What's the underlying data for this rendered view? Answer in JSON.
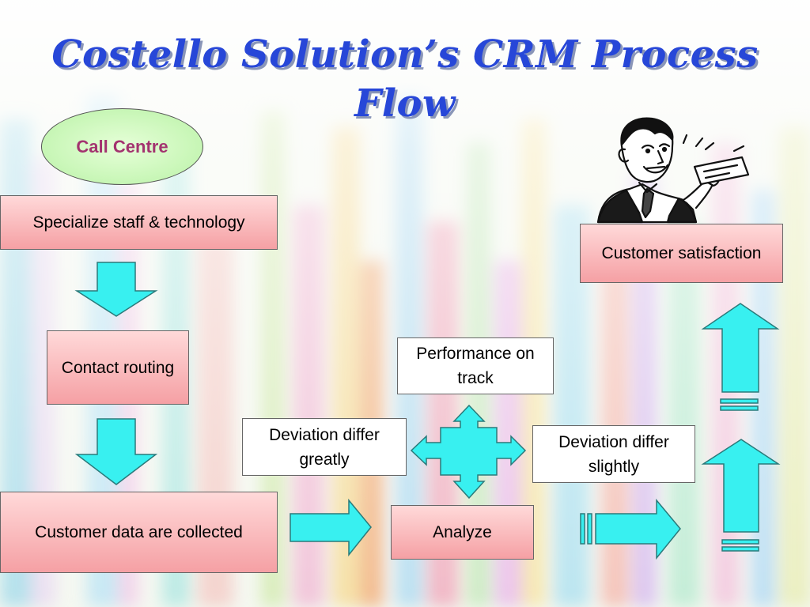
{
  "title": {
    "line1": "Costello Solution’s CRM Process",
    "line2": "Flow"
  },
  "nodes": {
    "call_centre": "Call Centre",
    "specialize": "Specialize staff & technology",
    "contact_routing": "Contact routing",
    "data_collected": "Customer data are collected",
    "analyze": "Analyze",
    "performance": "Performance on track",
    "deviation_greatly": "Deviation differ greatly",
    "deviation_slightly": "Deviation differ slightly",
    "satisfaction": "Customer satisfaction"
  },
  "colors": {
    "arrow_fill": "#38f0f0",
    "node_pink": "#f7a8ab",
    "oval_green": "#c2f4ae",
    "title_blue": "#2747d8"
  },
  "icons": [
    "man-holding-cheque-illustration"
  ]
}
